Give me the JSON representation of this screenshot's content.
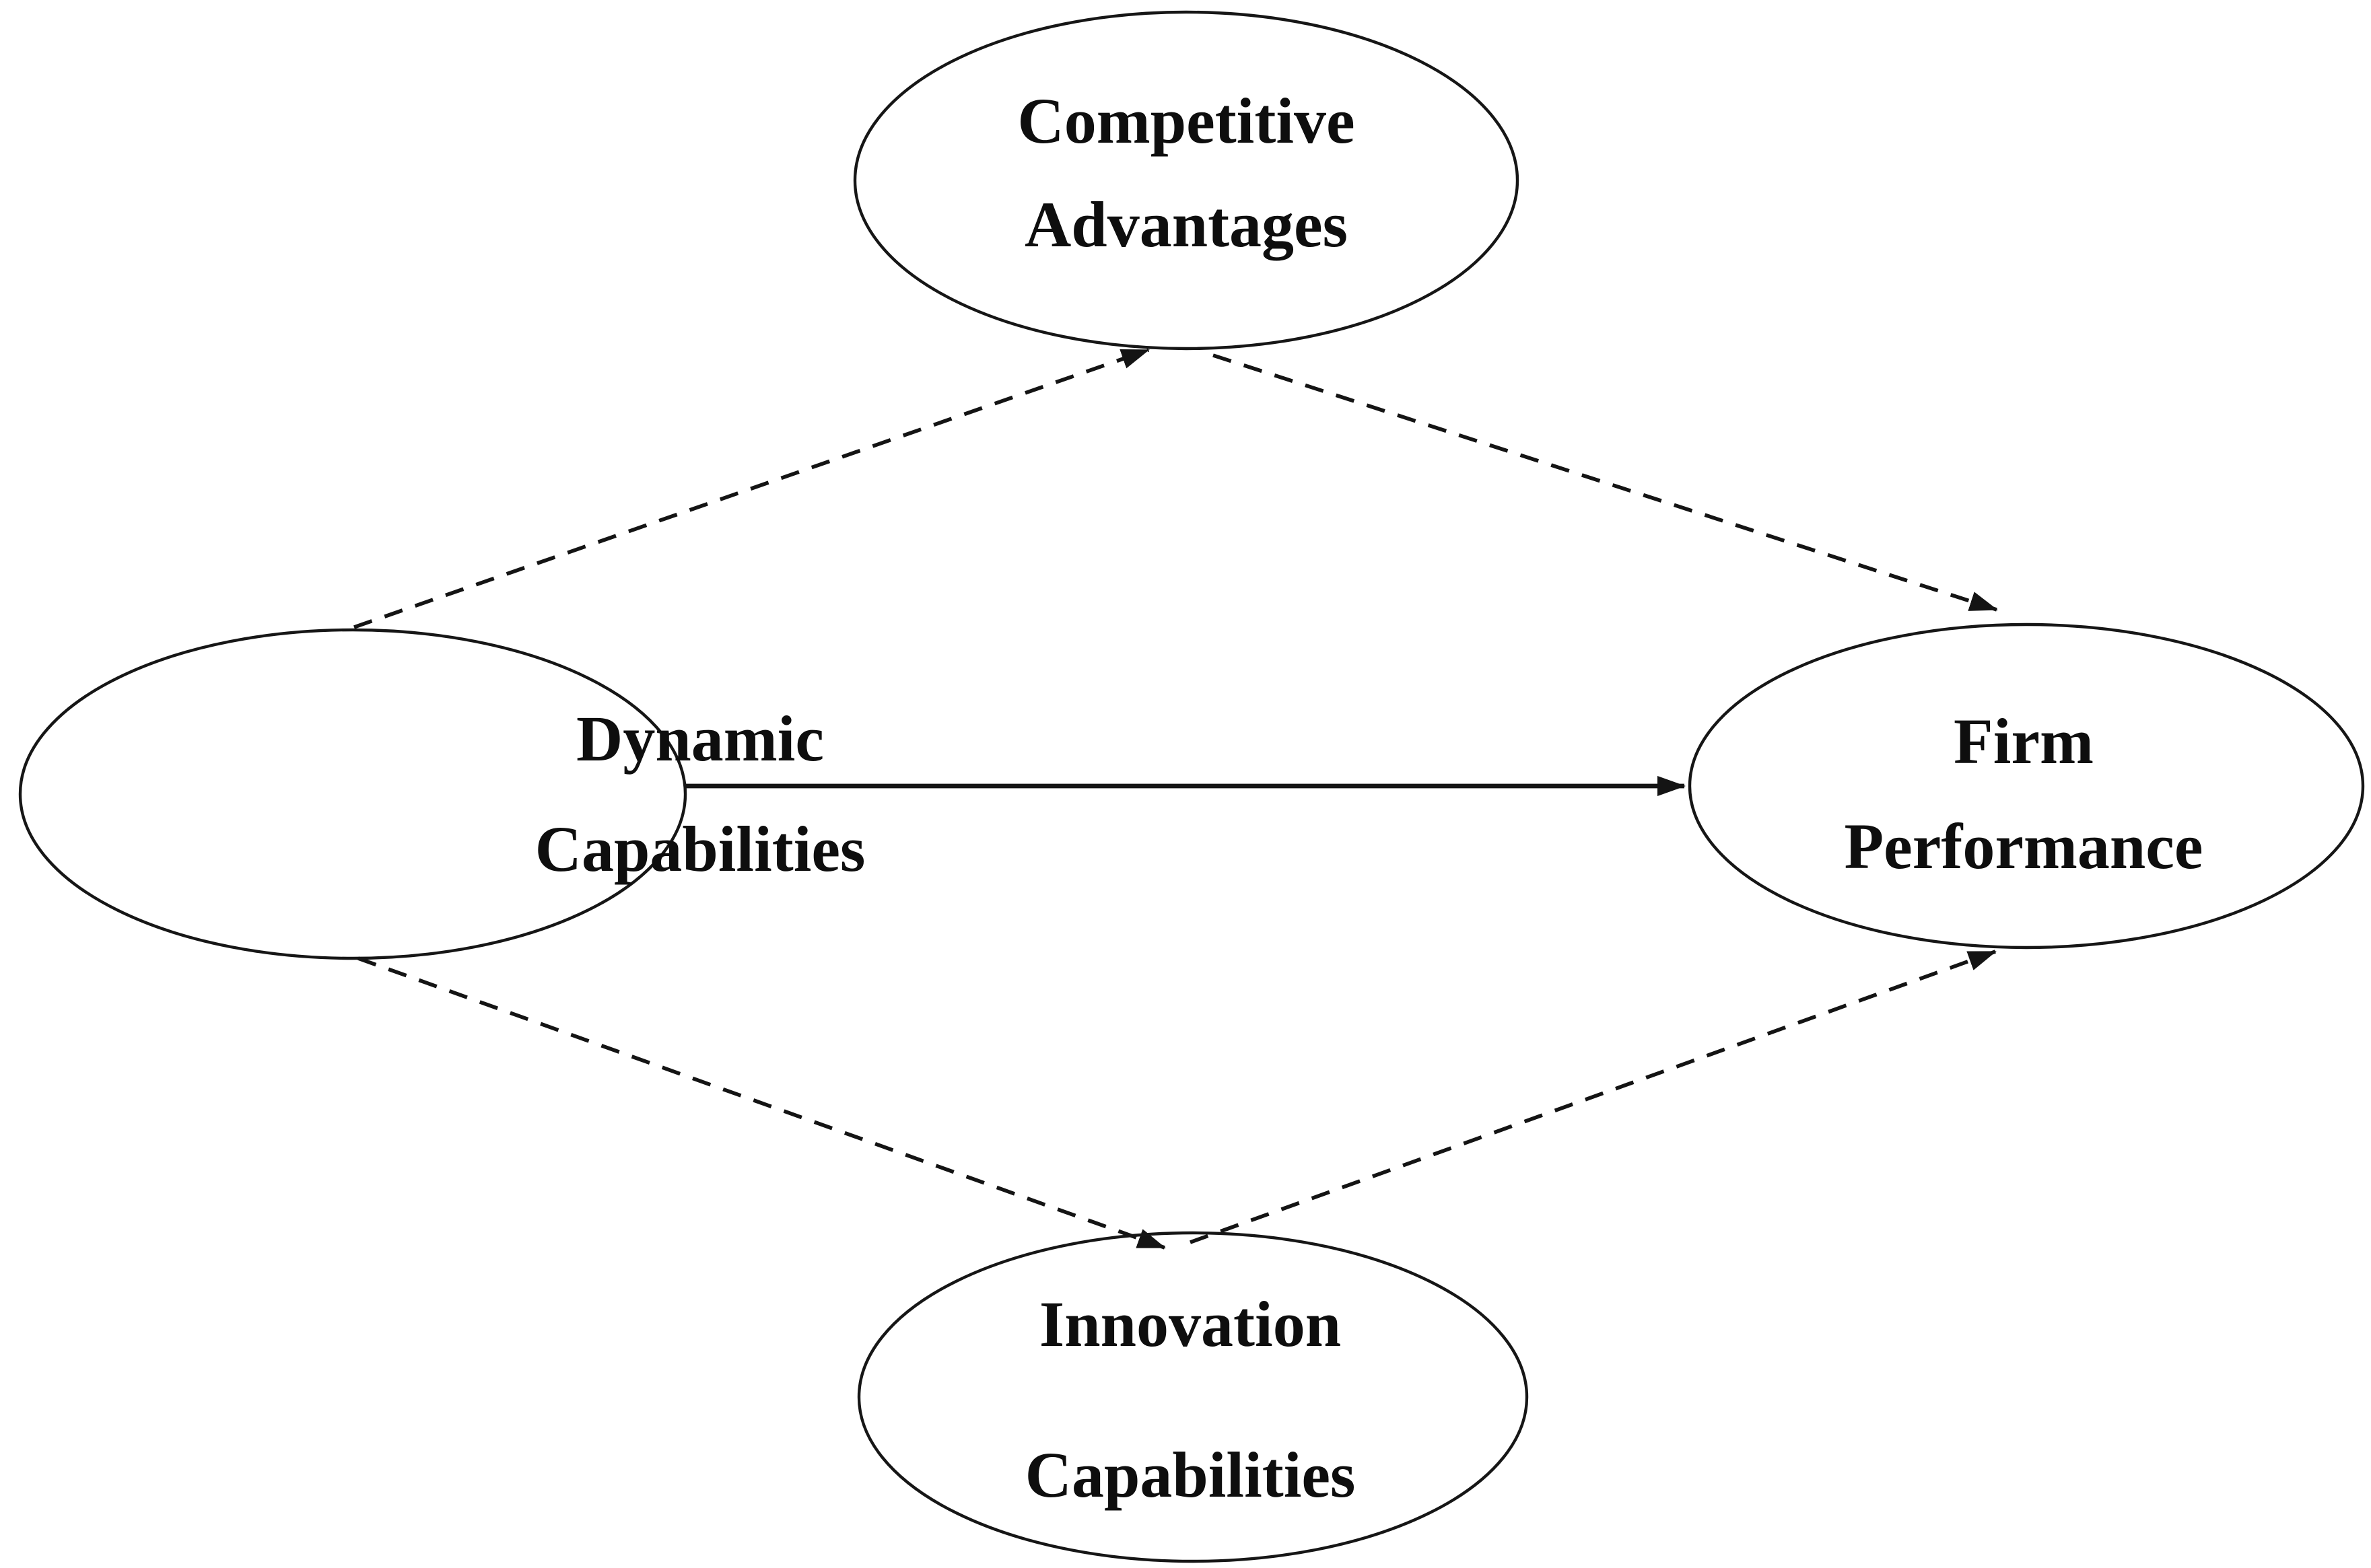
{
  "canvas": {
    "background_color": "#ffffff",
    "ink_color": "#141414"
  },
  "diagram": {
    "type": "conceptual-path-model",
    "nodes": [
      {
        "id": "competitive-advantages",
        "shape": "ellipse",
        "position": "top",
        "label_line1": "Competitive",
        "label_line2": "Advantages"
      },
      {
        "id": "dynamic-capabilities",
        "shape": "ellipse",
        "position": "left",
        "label_line1": "Dynamic",
        "label_line2": "Capabilities"
      },
      {
        "id": "firm-performance",
        "shape": "ellipse",
        "position": "right",
        "label_line1": "Firm",
        "label_line2": "Performance"
      },
      {
        "id": "innovation-capabilities",
        "shape": "ellipse",
        "position": "bottom",
        "label_line1": "Innovation",
        "label_line2": "Capabilities"
      }
    ],
    "edges": [
      {
        "from": "dynamic-capabilities",
        "to": "competitive-advantages",
        "line_style": "dashed",
        "arrowhead": "end"
      },
      {
        "from": "competitive-advantages",
        "to": "firm-performance",
        "line_style": "dashed",
        "arrowhead": "end"
      },
      {
        "from": "dynamic-capabilities",
        "to": "firm-performance",
        "line_style": "solid",
        "arrowhead": "end"
      },
      {
        "from": "dynamic-capabilities",
        "to": "innovation-capabilities",
        "line_style": "dashed",
        "arrowhead": "end"
      },
      {
        "from": "innovation-capabilities",
        "to": "firm-performance",
        "line_style": "dashed",
        "arrowhead": "end"
      }
    ]
  }
}
